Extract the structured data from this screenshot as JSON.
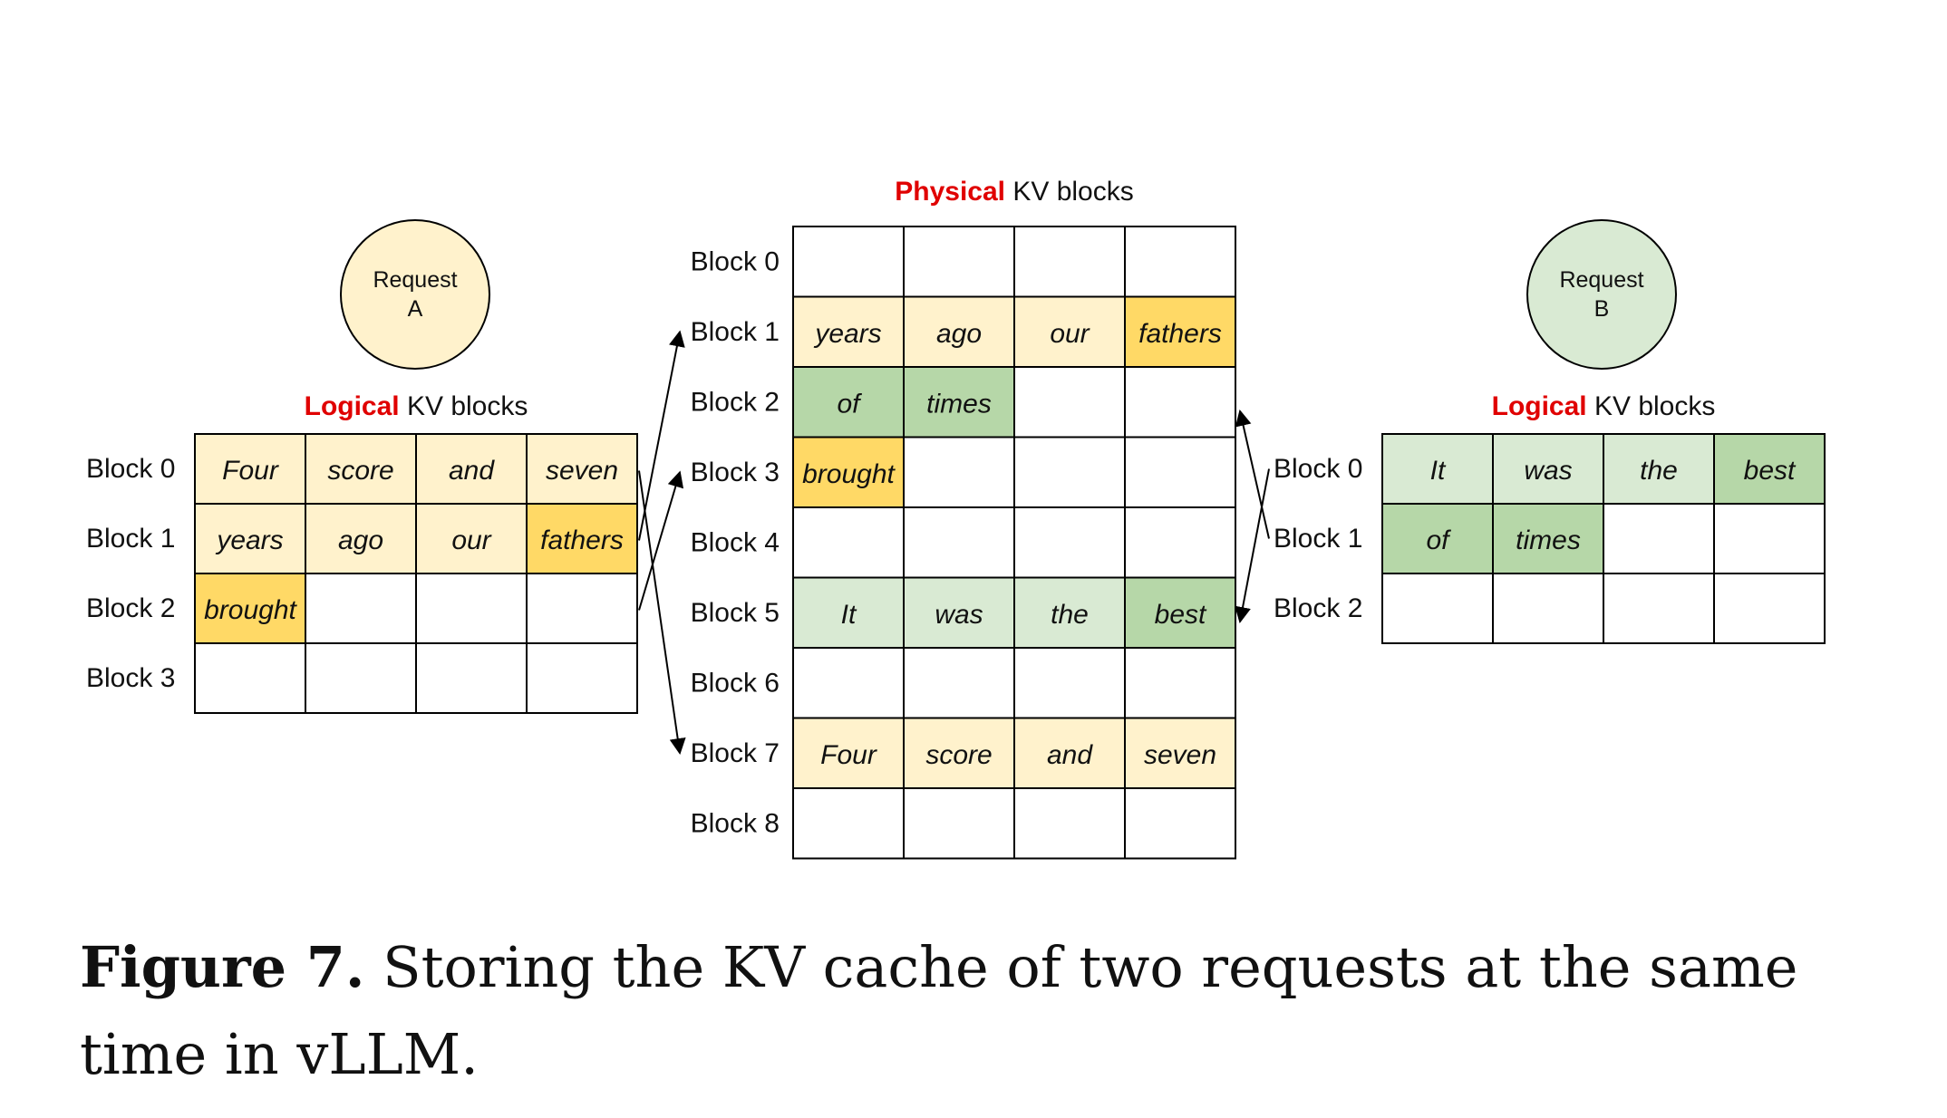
{
  "diagram": {
    "physical": {
      "title_highlight": "Physical",
      "title_rest": " KV blocks",
      "row_labels": [
        "Block 0",
        "Block 1",
        "Block 2",
        "Block 3",
        "Block 4",
        "Block 5",
        "Block 6",
        "Block 7",
        "Block 8"
      ],
      "cells": [
        [
          "",
          "",
          "",
          ""
        ],
        [
          "years",
          "ago",
          "our",
          "fathers"
        ],
        [
          "of",
          "times",
          "",
          ""
        ],
        [
          "brought",
          "",
          "",
          ""
        ],
        [
          "",
          "",
          "",
          ""
        ],
        [
          "It",
          "was",
          "the",
          "best"
        ],
        [
          "",
          "",
          "",
          ""
        ],
        [
          "Four",
          "score",
          "and",
          "seven"
        ],
        [
          "",
          "",
          "",
          ""
        ]
      ],
      "fills": [
        [
          "",
          "",
          "",
          ""
        ],
        [
          "A",
          "A",
          "A",
          "A2"
        ],
        [
          "B2",
          "B2",
          "",
          ""
        ],
        [
          "A2",
          "",
          "",
          ""
        ],
        [
          "",
          "",
          "",
          ""
        ],
        [
          "B",
          "B",
          "B",
          "B2"
        ],
        [
          "",
          "",
          "",
          ""
        ],
        [
          "A",
          "A",
          "A",
          "A"
        ],
        [
          "",
          "",
          "",
          ""
        ]
      ]
    },
    "request_a": {
      "circle_line1": "Request",
      "circle_line2": "A",
      "title_highlight": "Logical",
      "title_rest": " KV blocks",
      "row_labels": [
        "Block 0",
        "Block 1",
        "Block 2",
        "Block 3"
      ],
      "cells": [
        [
          "Four",
          "score",
          "and",
          "seven"
        ],
        [
          "years",
          "ago",
          "our",
          "fathers"
        ],
        [
          "brought",
          "",
          "",
          ""
        ],
        [
          "",
          "",
          "",
          ""
        ]
      ],
      "fills": [
        [
          "A",
          "A",
          "A",
          "A"
        ],
        [
          "A",
          "A",
          "A",
          "A2"
        ],
        [
          "A2",
          "",
          "",
          ""
        ],
        [
          "",
          "",
          "",
          ""
        ]
      ],
      "mapping": [
        7,
        1,
        3
      ]
    },
    "request_b": {
      "circle_line1": "Request",
      "circle_line2": "B",
      "title_highlight": "Logical",
      "title_rest": " KV blocks",
      "row_labels": [
        "Block 0",
        "Block 1",
        "Block 2"
      ],
      "cells": [
        [
          "It",
          "was",
          "the",
          "best"
        ],
        [
          "of",
          "times",
          "",
          ""
        ],
        [
          "",
          "",
          "",
          ""
        ]
      ],
      "fills": [
        [
          "B",
          "B",
          "B",
          "B2"
        ],
        [
          "B2",
          "B2",
          "",
          ""
        ],
        [
          "",
          "",
          "",
          ""
        ]
      ],
      "mapping": [
        5,
        2
      ]
    },
    "colors": {
      "A": "#fff2cc",
      "A2": "#ffd966",
      "B": "#d9ead3",
      "B2": "#b6d7a8",
      "highlight_text": "#e00000",
      "circle_a": "#fff2cc",
      "circle_b": "#d9ead3",
      "line": "#000000"
    }
  },
  "caption": {
    "label": "Figure 7.",
    "text": " Storing the KV cache of two requests at the same time in vLLM."
  }
}
